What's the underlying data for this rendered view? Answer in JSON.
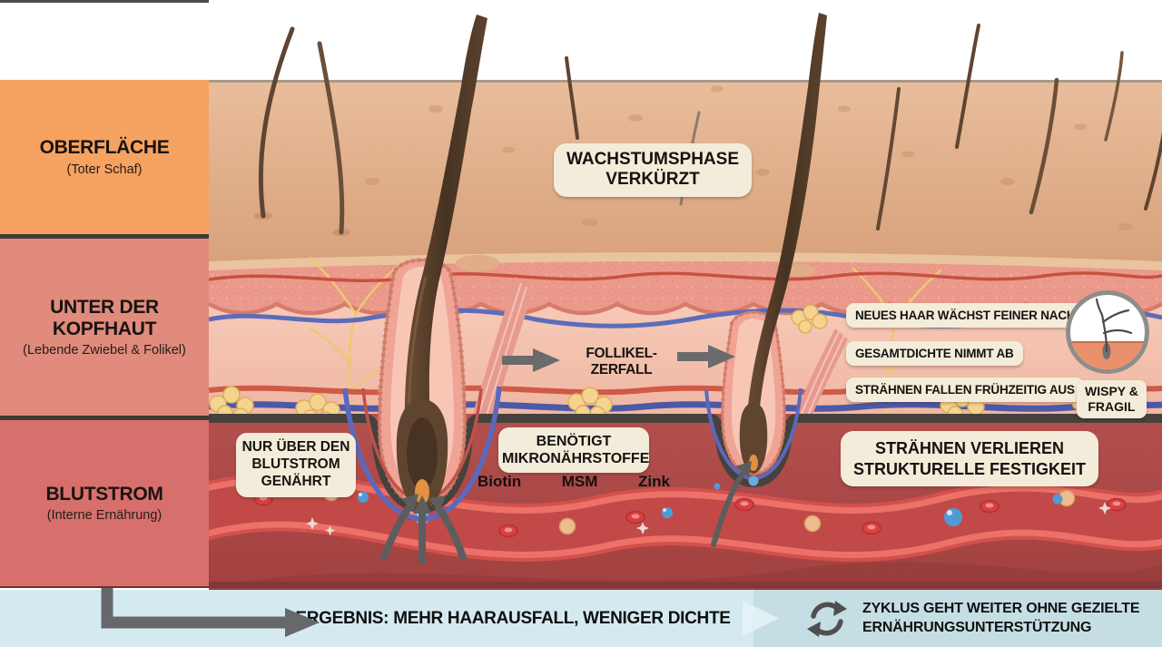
{
  "sidebar": {
    "layers": [
      {
        "title": "OBERFLÄCHE",
        "subtitle": "(Toter Schaf)",
        "color": "#f6a261"
      },
      {
        "title": "UNTER DER KOPFHAUT",
        "subtitle": "(Lebende Zwiebel & Folikel)",
        "color": "#e08b7c"
      },
      {
        "title": "BLUTSTROM",
        "subtitle": "(Interne Ernährung)",
        "color": "#d76f6c"
      }
    ]
  },
  "annotations": {
    "growth_phase": {
      "line1": "WACHSTUMSPHASE",
      "line2": "VERKÜRZT"
    },
    "follicle_decay": "FOLLIKEL-ZERFALL",
    "right_notes": [
      "NEUES HAAR WÄCHST FEINER NACH",
      "GESAMTDICHTE NIMMT AB",
      "STRÄHNEN FALLEN FRÜHZEITIG AUS"
    ],
    "wispy_badge": {
      "line1": "WISPY &",
      "line2": "FRAGIL"
    },
    "bloodstream_note": {
      "line1": "NUR ÜBER DEN",
      "line2": "BLUTSTROM",
      "line3": "GENÄHRT"
    },
    "micronutrients": {
      "line1": "BENÖTIGT",
      "line2": "MIKRONÄHRSTOFFE",
      "items": [
        "Biotin",
        "MSM",
        "Zink"
      ]
    },
    "strand_strength": {
      "line1": "STRÄHNEN VERLIEREN",
      "line2": "STRUKTURELLE FESTIGKEIT"
    }
  },
  "footer": {
    "result": "ERGEBNIS: MEHR HAARAUSFALL, WENIGER DICHTE",
    "cycle": {
      "line1": "ZYKLUS GEHT WEITER OHNE GEZIELTE",
      "line2": "ERNÄHRUNGSUNTERSTÜTZUNG"
    }
  },
  "colors": {
    "surface_band": "#f6a261",
    "scalp_band": "#e08b7c",
    "blood_band": "#d76f6c",
    "label_pill": "#f3ecda",
    "footer_left": "#d4eaf0",
    "footer_right": "#c5dee4",
    "skin_tan": "#ddb08e",
    "dermis_pink": "#f3c5b2",
    "bloodstream_red": "#b3504e",
    "arrow_gray": "#5d5d5d"
  }
}
